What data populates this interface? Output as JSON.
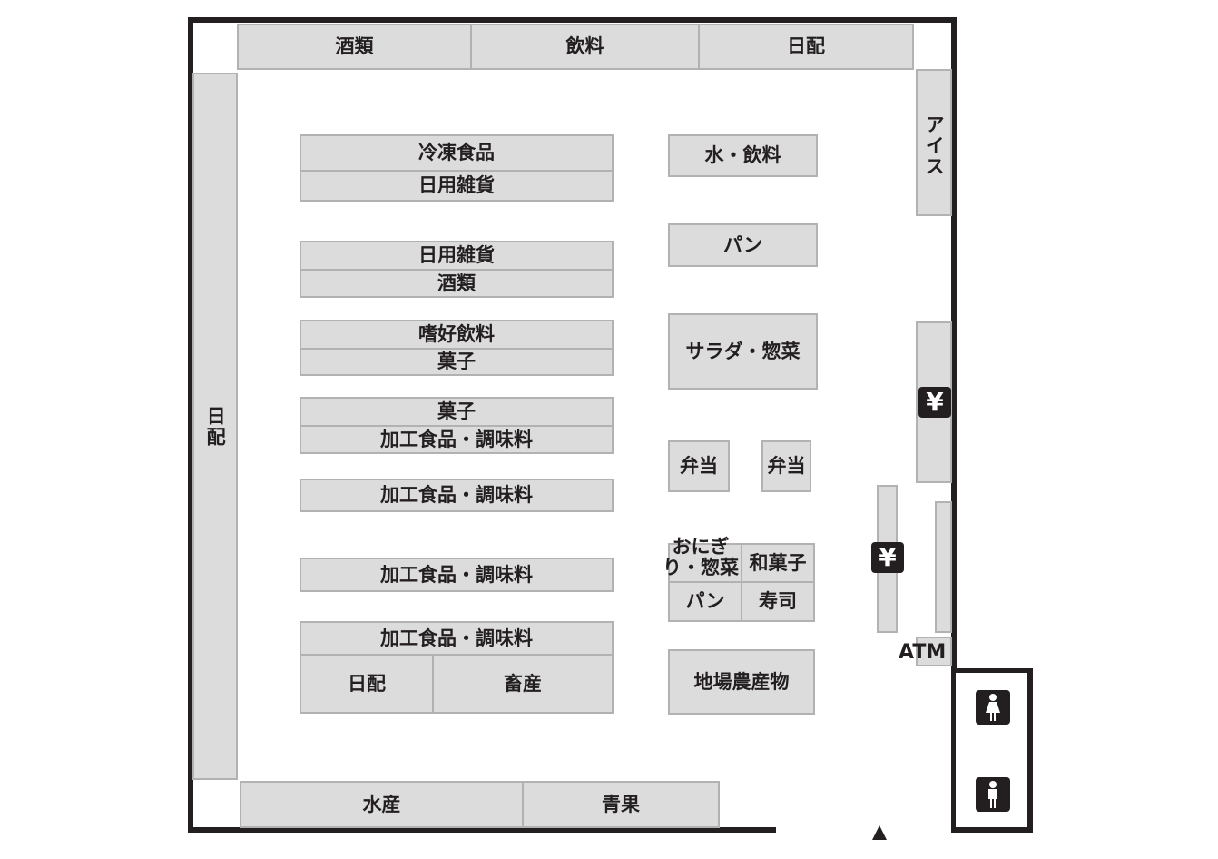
{
  "colors": {
    "wall": "#231f20",
    "shelf_fill": "#dcdcdc",
    "shelf_border": "#b2b2b2",
    "text": "#231f20"
  },
  "top_wall": {
    "sake": "酒類",
    "drinks": "飲料",
    "daily": "日配"
  },
  "left_wall": {
    "daily": "日配"
  },
  "right_wall": {
    "ice": "アイス",
    "yen_icon": "yen-icon"
  },
  "bottom_wall": {
    "seafood": "水産",
    "produce": "青果"
  },
  "aisles": {
    "a1": {
      "top": "冷凍食品",
      "bottom": "日用雑貨"
    },
    "a2": {
      "top": "日用雑貨",
      "bottom": "酒類"
    },
    "a3": {
      "top": "嗜好飲料",
      "bottom": "菓子"
    },
    "a4": {
      "top": "菓子",
      "bottom": "加工食品・調味料"
    },
    "a5": {
      "single": "加工食品・調味料"
    },
    "a6": {
      "single": "加工食品・調味料"
    },
    "a7": {
      "top": "加工食品・調味料",
      "bottom_left": "日配",
      "bottom_right": "畜産"
    }
  },
  "center": {
    "water": "水・飲料",
    "bread": "パン",
    "salad": "サラダ・惣菜",
    "bento1": "弁当",
    "bento2": "弁当",
    "onigiri": "おにぎり・惣菜",
    "wagashi": "和菓子",
    "pan": "パン",
    "sushi": "寿司",
    "local": "地場農産物"
  },
  "atm": "ATM",
  "restroom": {
    "women_icon": "woman-icon",
    "men_icon": "man-icon"
  },
  "entrance_icon": "entrance-triangle-icon"
}
